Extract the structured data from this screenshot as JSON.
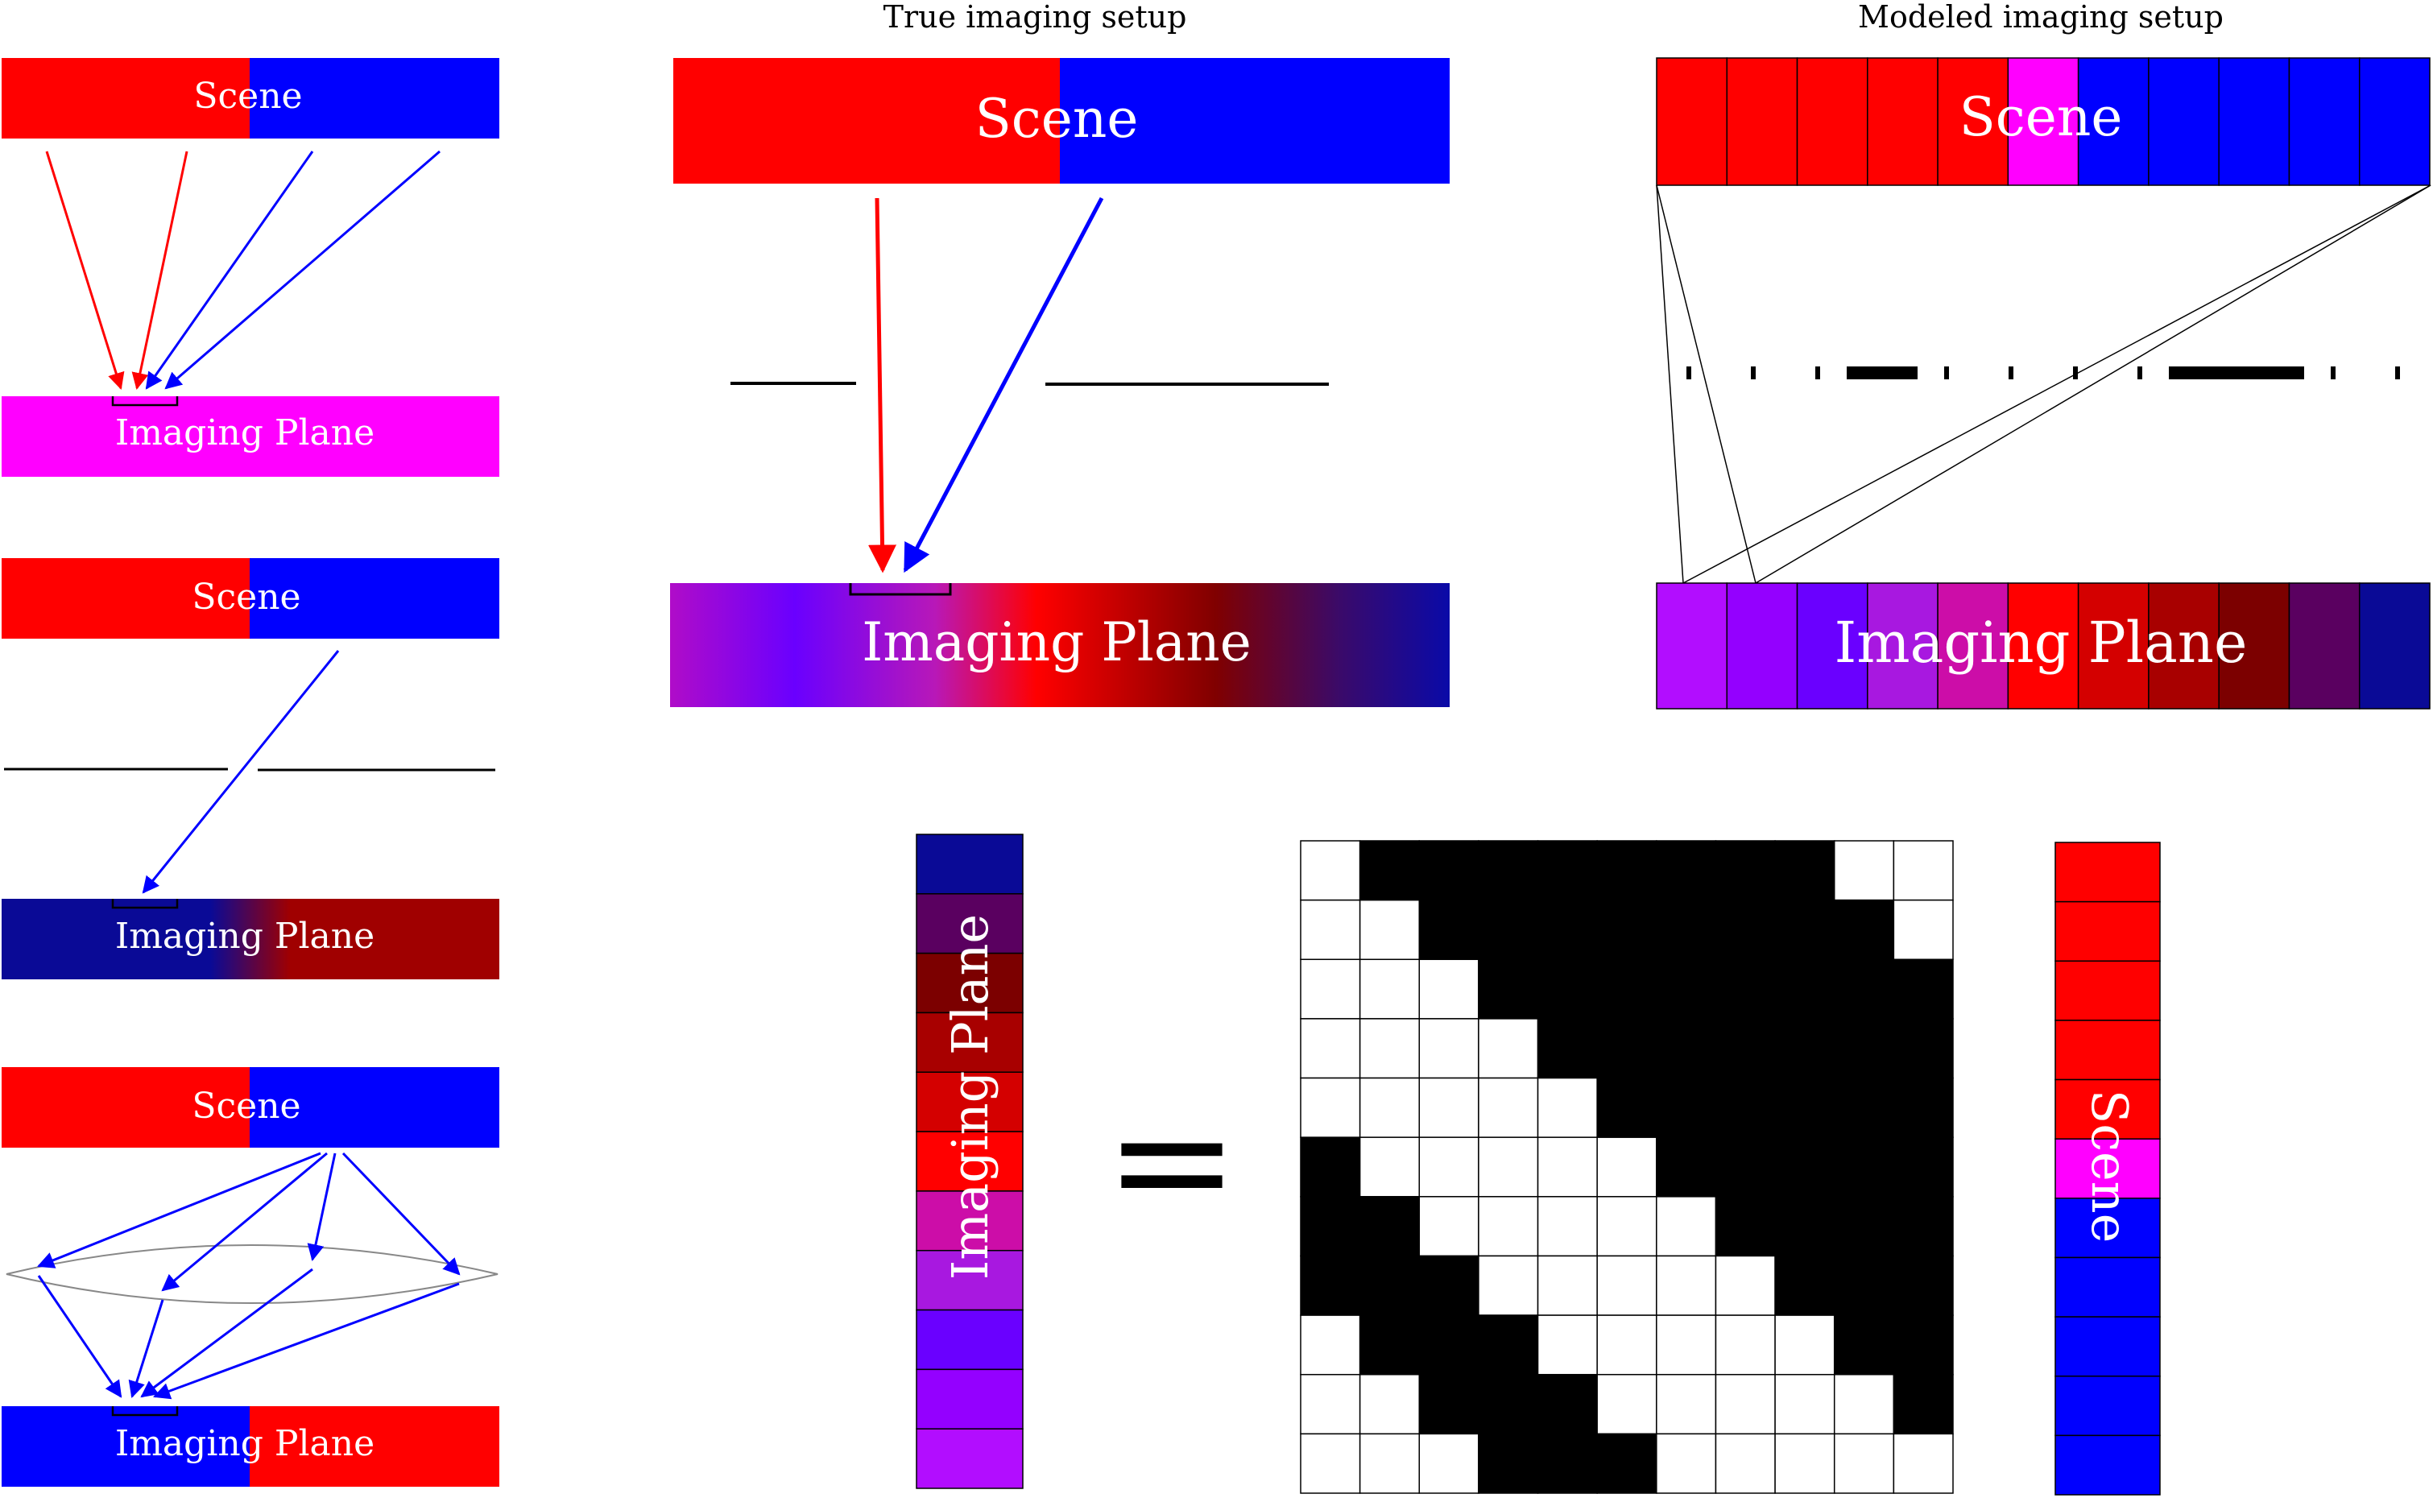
{
  "labels": {
    "scene": "Scene",
    "imaging_plane": "Imaging Plane",
    "true_setup_title": "True imaging setup",
    "modeled_setup_title": "Modeled imaging setup",
    "equals": "="
  },
  "colors": {
    "red": "#ff0000",
    "blue": "#0000ff",
    "magenta": "#ff00ff",
    "dark_blue": "#0a0a96",
    "dark_red": "#a00000",
    "ink": "#000000"
  },
  "modeled_scene_pixels": [
    "#ff0000",
    "#ff0000",
    "#ff0000",
    "#ff0000",
    "#ff0000",
    "#ff00ff",
    "#0000ff",
    "#0000ff",
    "#0000ff",
    "#0000ff",
    "#0000ff"
  ],
  "modeled_plane_pixels": [
    "#b20dff",
    "#9400ff",
    "#6a00ff",
    "#a818e0",
    "#cc0da8",
    "#ff0000",
    "#d40000",
    "#a80000",
    "#7c0000",
    "#5a0060",
    "#0a0a96"
  ],
  "modeled_aperture_pattern": [
    0,
    0,
    0,
    1,
    0,
    0,
    0,
    0,
    1,
    1,
    0,
    0
  ],
  "matrix": [
    [
      0,
      1,
      1,
      1,
      1,
      1,
      1,
      1,
      1,
      0,
      0
    ],
    [
      0,
      0,
      1,
      1,
      1,
      1,
      1,
      1,
      1,
      1,
      0
    ],
    [
      0,
      0,
      0,
      1,
      1,
      1,
      1,
      1,
      1,
      1,
      1
    ],
    [
      0,
      0,
      0,
      0,
      1,
      1,
      1,
      1,
      1,
      1,
      1
    ],
    [
      0,
      0,
      0,
      0,
      0,
      1,
      1,
      1,
      1,
      1,
      1
    ],
    [
      1,
      0,
      0,
      0,
      0,
      0,
      1,
      1,
      1,
      1,
      1
    ],
    [
      1,
      1,
      0,
      0,
      0,
      0,
      0,
      1,
      1,
      1,
      1
    ],
    [
      1,
      1,
      1,
      0,
      0,
      0,
      0,
      0,
      1,
      1,
      1
    ],
    [
      0,
      1,
      1,
      1,
      0,
      0,
      0,
      0,
      0,
      1,
      1
    ],
    [
      0,
      0,
      1,
      1,
      1,
      0,
      0,
      0,
      0,
      0,
      1
    ],
    [
      0,
      0,
      0,
      1,
      1,
      1,
      0,
      0,
      0,
      0,
      0
    ]
  ],
  "plane_vector": [
    "#0a0a96",
    "#5a0060",
    "#7c0000",
    "#a80000",
    "#d40000",
    "#ff0000",
    "#cc0da8",
    "#a818e0",
    "#6a00ff",
    "#9400ff",
    "#b20dff"
  ],
  "scene_vector": [
    "#ff0000",
    "#ff0000",
    "#ff0000",
    "#ff0000",
    "#ff0000",
    "#ff00ff",
    "#0000ff",
    "#0000ff",
    "#0000ff",
    "#0000ff",
    "#0000ff"
  ]
}
